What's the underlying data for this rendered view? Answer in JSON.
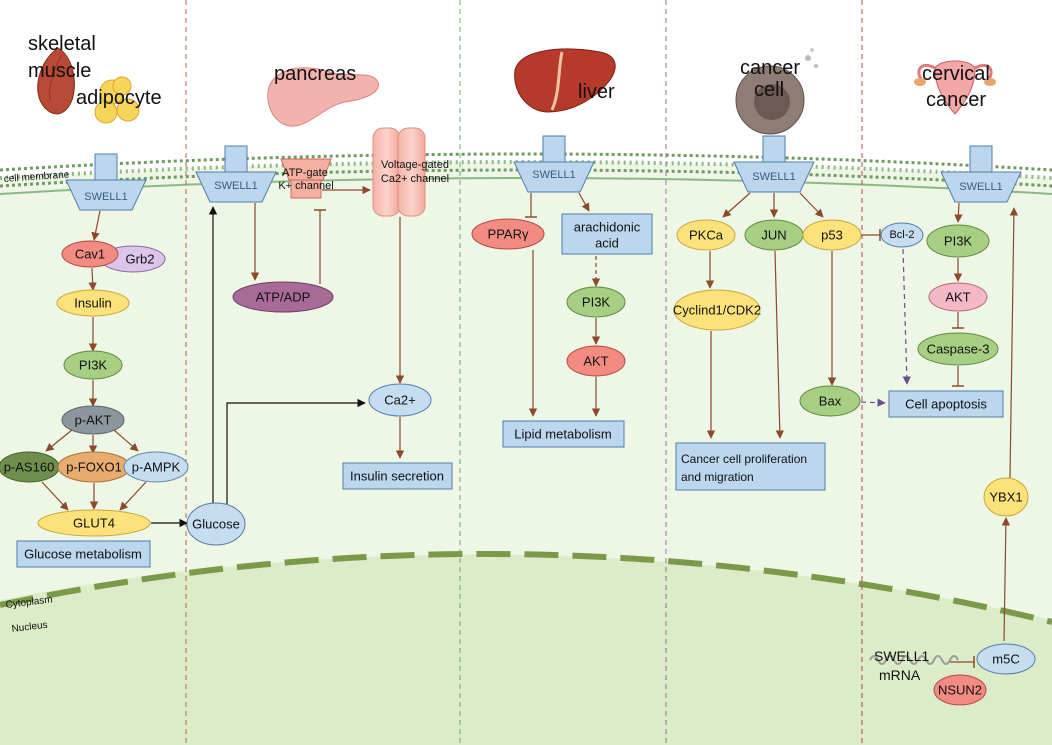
{
  "organs": {
    "skeletal_muscle_line1": "skeletal",
    "skeletal_muscle_line2": "muscle",
    "adipocyte": "adipocyte",
    "pancreas": "pancreas",
    "liver": "liver",
    "cancer_line1": "cancer",
    "cancer_line2": "cell",
    "cervical_line1": "cervical",
    "cervical_line2": "cancer"
  },
  "regions": {
    "cell_membrane": "cell membrane",
    "cytoplasm": "Cytoplasm",
    "nucleus": "Nucleus"
  },
  "receptor": "SWELL1",
  "panel1": {
    "cav1": "Cav1",
    "grb2": "Grb2",
    "insulin": "Insulin",
    "pi3k": "PI3K",
    "pakt": "p-AKT",
    "pas160": "p-AS160",
    "pfoxo1": "p-FOXO1",
    "pampk": "p-AMPK",
    "glut4": "GLUT4",
    "outcome": "Glucose metabolism"
  },
  "panel2": {
    "atp_gate_line1": "ATP-gate",
    "atp_gate_line2": "K+ channel",
    "vgcc_line1": "Voltage-gated",
    "vgcc_line2": "Ca2+ channel",
    "atp_adp": "ATP/ADP",
    "ca2": "Ca2+",
    "glucose": "Glucose",
    "outcome": "Insulin secretion"
  },
  "panel3": {
    "ppar": "PPARγ",
    "arachidonic_line1": "arachidonic",
    "arachidonic_line2": "acid",
    "pi3k": "PI3K",
    "akt": "AKT",
    "outcome": "Lipid metabolism"
  },
  "panel4": {
    "pkca": "PKCa",
    "jun": "JUN",
    "p53": "p53",
    "bcl2": "Bcl-2",
    "cyclin": "Cyclind1/CDK2",
    "bax": "Bax",
    "outcome_line1": "Cancer cell proliferation",
    "outcome_line2": "and migration"
  },
  "panel5": {
    "pi3k": "PI3K",
    "akt": "AKT",
    "caspase3": "Caspase-3",
    "apoptosis": "Cell apoptosis",
    "ybx1": "YBX1",
    "m5c": "m5C",
    "mrna_line1": "SWELL1",
    "mrna_line2": "mRNA",
    "nsun2": "NSUN2"
  }
}
